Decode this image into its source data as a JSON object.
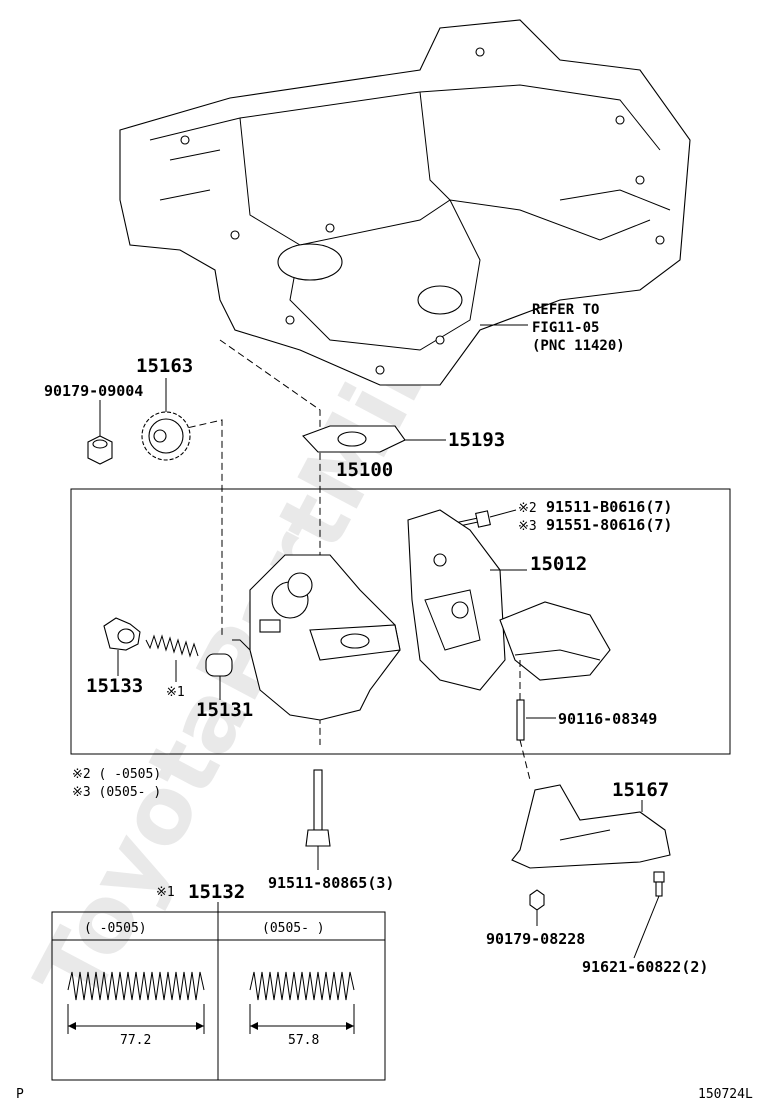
{
  "watermark": "ToyotaPartMirror.eu",
  "refer": {
    "line1": "REFER TO",
    "line2": "FIG11-05",
    "line3": "(PNC 11420)"
  },
  "labels": {
    "p15163": "15163",
    "p90179_09004": "90179-09004",
    "p15193": "15193",
    "p15100": "15100",
    "p91511_b0616": "91511-B0616(7)",
    "p91551_80616": "91551-80616(7)",
    "mark2": "※2",
    "mark3": "※3",
    "p15012": "15012",
    "p15133": "15133",
    "mark1a": "※1",
    "p15131": "15131",
    "p90116_08349": "90116-08349",
    "p15167": "15167",
    "p91511_80865": "91511-80865(3)",
    "p90179_08228": "90179-08228",
    "p91621_60822": "91621-60822(2)",
    "mark1b": "※1",
    "p15132": "15132"
  },
  "notes": {
    "note2": "※2 (     -0505)",
    "note3": "※3 (0505-     )"
  },
  "spring_table": {
    "col1_header": "(   -0505)",
    "col2_header": "(0505-    )",
    "col1_value": "77.2",
    "col2_value": "57.8"
  },
  "footer": {
    "left": "P",
    "right": "150724L"
  }
}
